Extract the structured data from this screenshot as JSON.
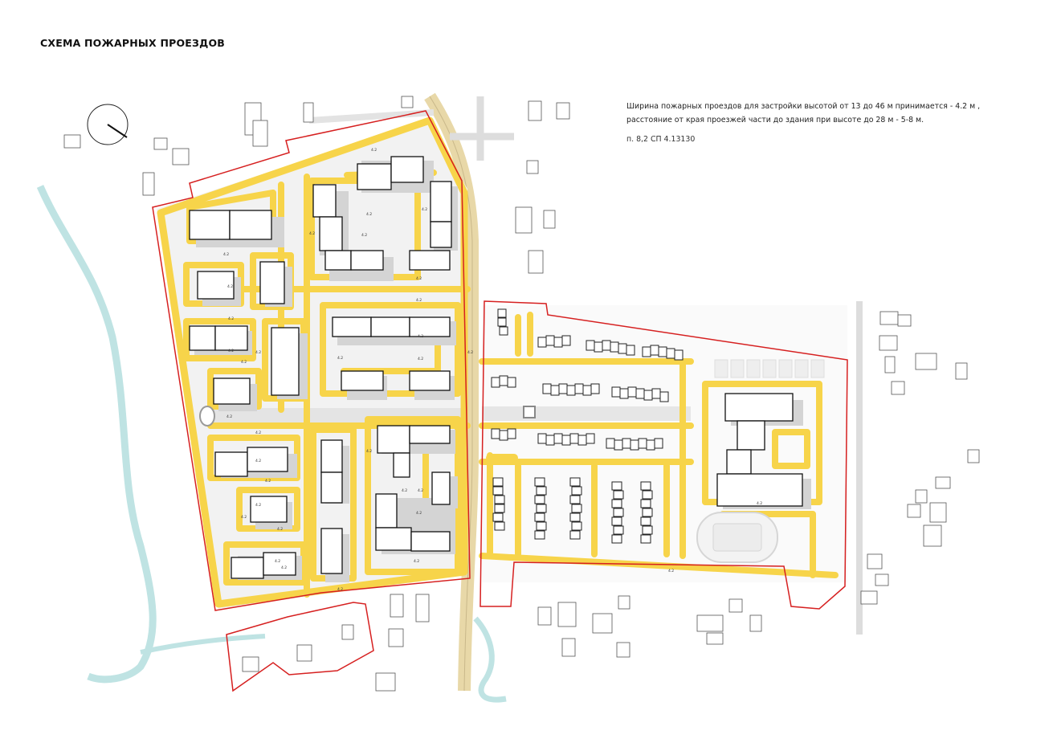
{
  "title": "СХЕМА ПОЖАРНЫХ ПРОЕЗДОВ",
  "note": {
    "line1": "Ширина пожарных проездов для застройки высотой от 13 до 46 м принимается - 4.2 м ,",
    "line2": "расстояние от края проезжей части до здания при высоте до 28 м - 5-8 м.",
    "reference": "п. 8,2  СП 4.13130"
  },
  "map": {
    "north_arrow": "north-arrow-icon",
    "dimension_label": "4.2",
    "colors": {
      "fire_lane": "#f7d44a",
      "boundary": "#d62020",
      "river": "#bfe3e3",
      "road": "#d9d9d9",
      "main_road": "#e8d8a8",
      "building_fill": "#ffffff",
      "building_stroke": "#111111",
      "shadow": "#cfcfcf"
    }
  }
}
